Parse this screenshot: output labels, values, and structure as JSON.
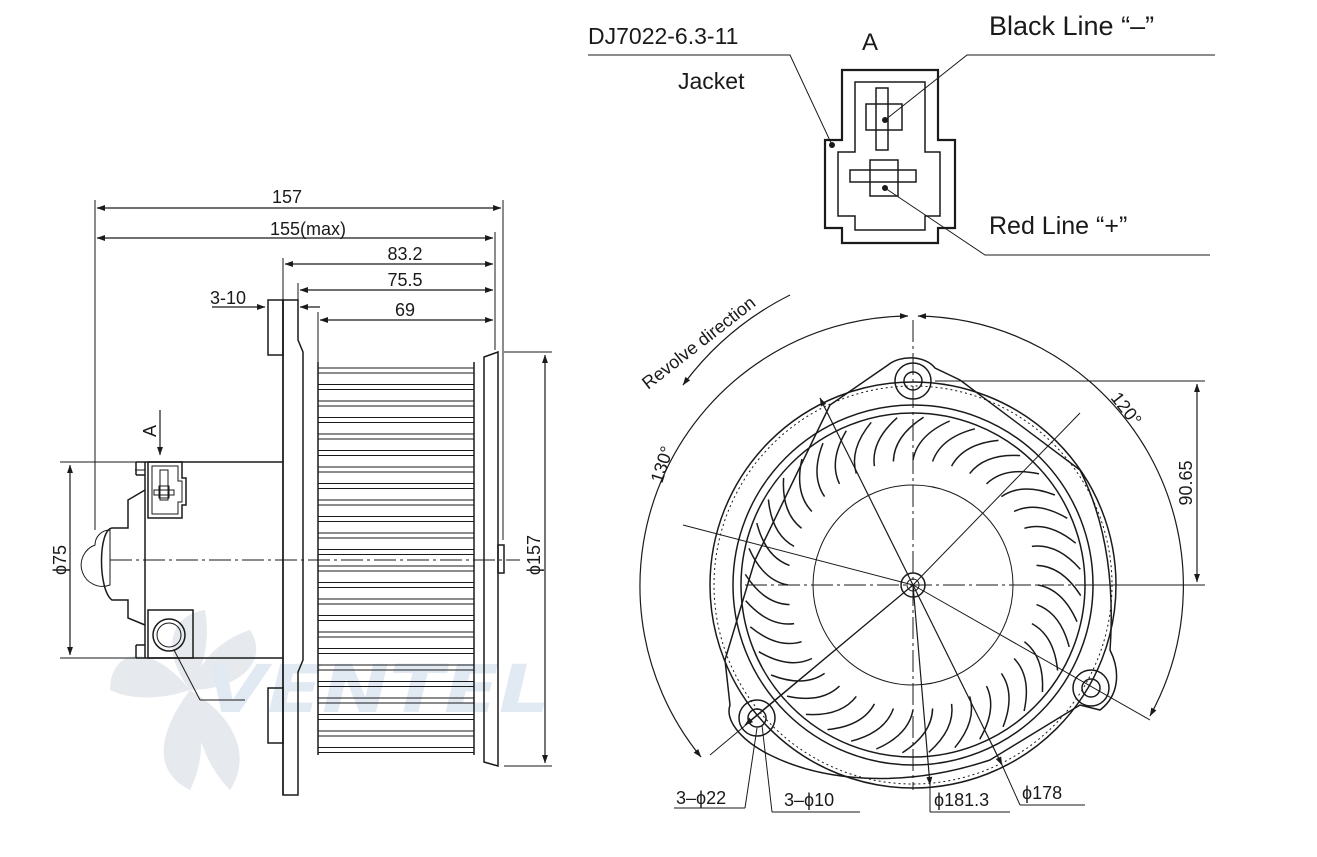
{
  "watermark": {
    "text": "VENTEL",
    "color": "#c9d9ea"
  },
  "colors": {
    "line": "#1a1a1a",
    "background": "#ffffff"
  },
  "side_view": {
    "dim_157_top": "157",
    "dim_155": "155(max)",
    "dim_83_2": "83.2",
    "dim_75_5": "75.5",
    "dim_69": "69",
    "dim_3_10": "3-10",
    "view_arrow": "A",
    "dia_75": "ϕ75",
    "dia_157": "ϕ157"
  },
  "connector": {
    "part_number": "DJ7022-6.3-11",
    "view_label": "A",
    "jacket": "Jacket",
    "black_line": "Black Line “–”",
    "red_line": "Red Line “+”"
  },
  "front_view": {
    "revolve": "Revolve direction",
    "angle_130": "130°",
    "angle_120": "120°",
    "dim_90_65": "90.65",
    "holes_22": "3–ϕ22",
    "holes_10": "3–ϕ10",
    "dia_181_3": "ϕ181.3",
    "dia_178": "ϕ178"
  }
}
